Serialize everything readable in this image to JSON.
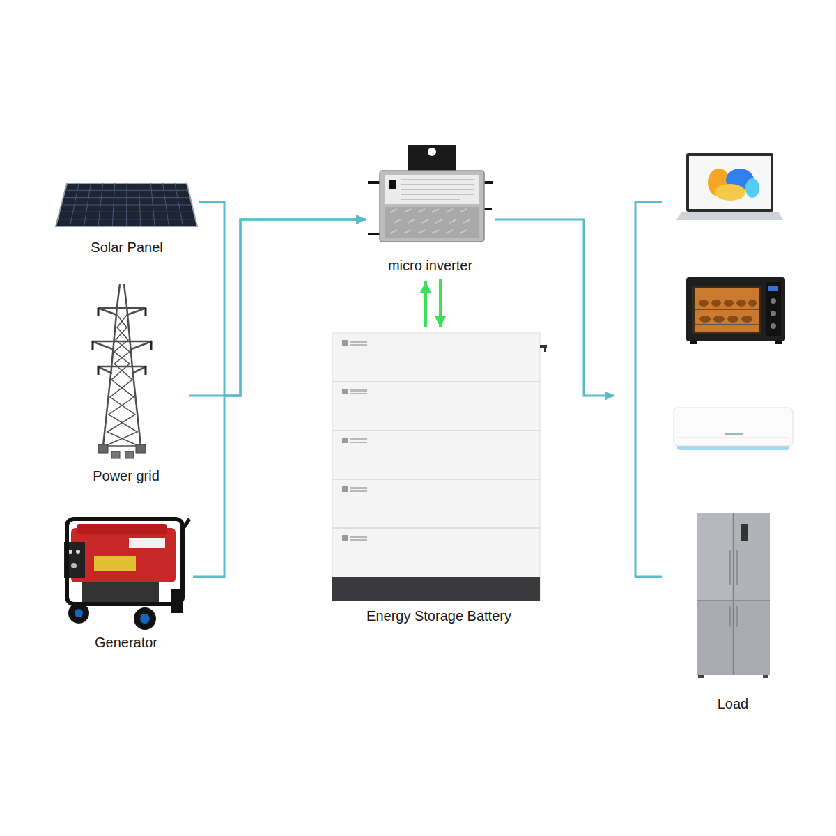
{
  "diagram": {
    "nodes": [
      {
        "text": [
          "Solar Panel"
        ]
      },
      {
        "text": [
          "Power grid"
        ]
      },
      {
        "text": [
          "Generator"
        ]
      },
      {
        "text": [
          "micro inverter"
        ]
      },
      {
        "text": [
          "Energy Storage Battery"
        ]
      },
      {
        "text": [
          "Load"
        ]
      }
    ],
    "edges": [
      {
        "from": 0,
        "to": 3,
        "arrow": "to"
      },
      {
        "from": 1,
        "to": 3,
        "arrow": "to"
      },
      {
        "from": 2,
        "to": 3,
        "arrow": "to"
      },
      {
        "from": 4,
        "to": 3,
        "arrow": "to"
      },
      {
        "from": 3,
        "to": 4,
        "arrow": "to"
      },
      {
        "from": 3,
        "to": 5,
        "arrow": "to"
      }
    ]
  }
}
